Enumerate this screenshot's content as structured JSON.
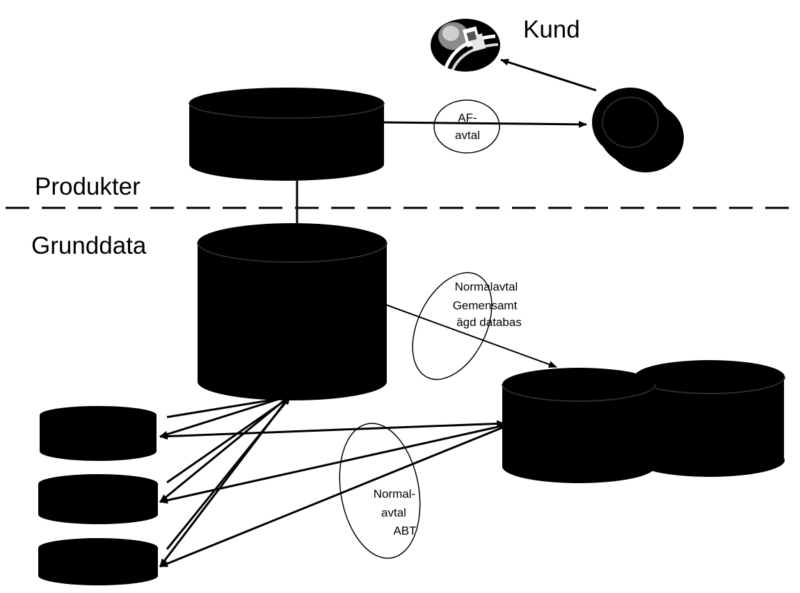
{
  "labels": {
    "kund": "Kund",
    "produkter": "Produkter",
    "grunddata": "Grunddata"
  },
  "agreements": {
    "af_line1": "AF-",
    "af_line2": "avtal",
    "normal_gem_line1": "Normalavtal",
    "normal_gem_line2": "Gemensamt",
    "normal_gem_line3": "ägd databas",
    "normal_abt_line1": "Normal-",
    "normal_abt_line2": "avtal",
    "normal_abt_line3": "ABT"
  },
  "colors": {
    "database_fill": "#000000",
    "line": "#000000",
    "background": "#ffffff"
  },
  "icons": {
    "customer": "customer-globe-icon"
  }
}
